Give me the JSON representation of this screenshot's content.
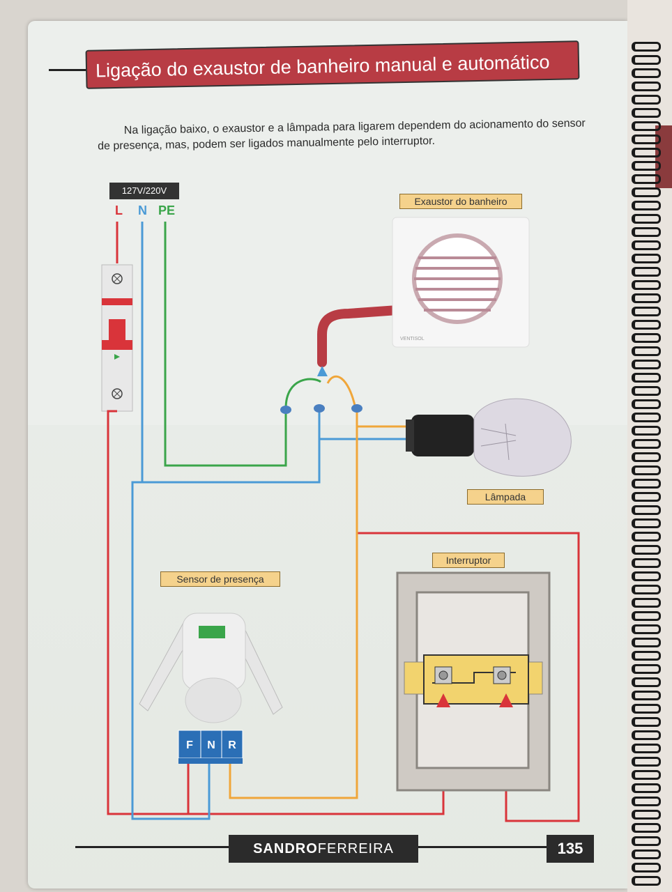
{
  "title": "Ligação do exaustor de banheiro manual e automático",
  "intro": "Na ligação baixo, o exaustor e a lâmpada para ligarem dependem do acionamento do sensor de presença, mas, podem ser ligados manualmente pelo interruptor.",
  "supply": {
    "voltage": "127V/220V",
    "L": "L",
    "N": "N",
    "PE": "PE"
  },
  "labels": {
    "fan": "Exaustor do banheiro",
    "lamp": "Lâmpada",
    "switch": "Interruptor",
    "sensor": "Sensor de presença"
  },
  "sensor_terminals": [
    "F",
    "N",
    "R"
  ],
  "fan_brand": "VENTISOL",
  "footer": {
    "author_bold": "SANDRO",
    "author_rest": "FERREIRA",
    "page": "135"
  },
  "colors": {
    "phase": "#d9343a",
    "neutral": "#4a9ad6",
    "earth": "#3aa54a",
    "return": "#f0a63a"
  }
}
